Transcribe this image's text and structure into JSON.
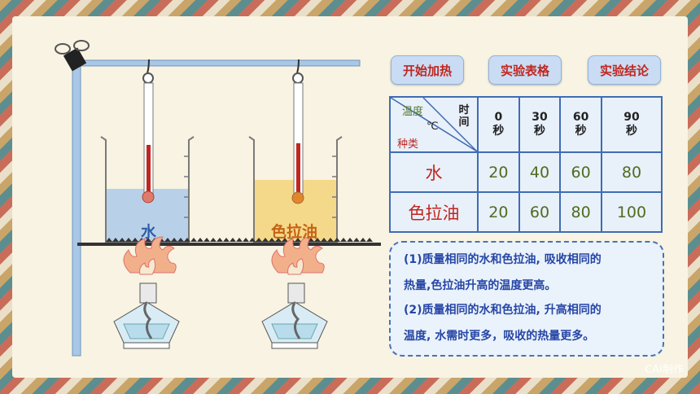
{
  "buttons": {
    "start": "开始加热",
    "table": "实验表格",
    "conclusion": "实验结论"
  },
  "table": {
    "corner": {
      "temp": "温度",
      "unit": "℃",
      "kind": "种类",
      "time": "时间"
    },
    "columns": [
      {
        "num": "0",
        "unit": "秒"
      },
      {
        "num": "30",
        "unit": "秒"
      },
      {
        "num": "60",
        "unit": "秒"
      },
      {
        "num": "90",
        "unit": "秒"
      }
    ],
    "rows": [
      {
        "name": "水",
        "values": [
          "20",
          "40",
          "60",
          "80"
        ]
      },
      {
        "name": "色拉油",
        "values": [
          "20",
          "60",
          "80",
          "100"
        ]
      }
    ]
  },
  "conclusion": {
    "line1": "(1)质量相同的水和色拉油, 吸收相同的",
    "line2": "热量,色拉油升高的温度更高。",
    "line3": "(2)质量相同的水和色拉油, 升高相同的",
    "line4": "温度, 水需时更多，吸收的热量更多。"
  },
  "beakers": {
    "left": "水",
    "right": "色拉油"
  },
  "watermark": "CAI制作",
  "colors": {
    "accent_red": "#c0261f",
    "button_bg": "#c9dcf3",
    "table_border": "#3f6cb3",
    "text_blue": "#2646a6"
  }
}
